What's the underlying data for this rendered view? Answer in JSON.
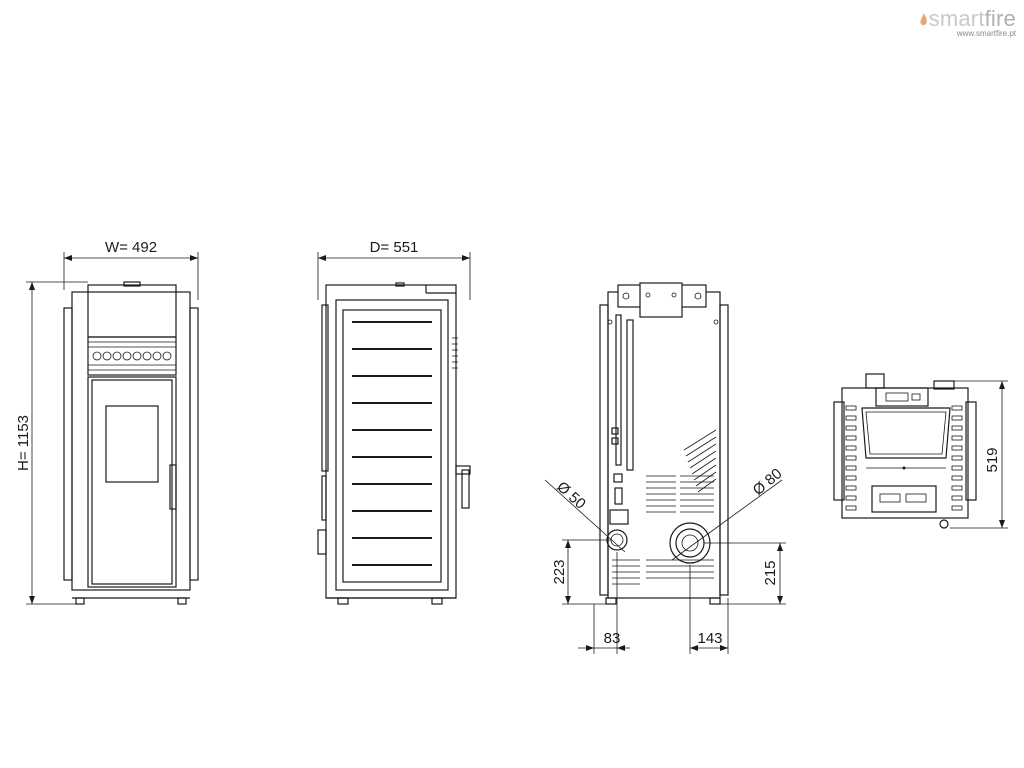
{
  "brand": {
    "name_part1": "smart",
    "name_part2": "fire",
    "url": "www.smartfire.pt",
    "flame_color": "#e8a86a"
  },
  "dimensions": {
    "width": "W=  492",
    "depth": "D=  551",
    "height": "H=  1153",
    "pipe_small": "Ø 50",
    "pipe_large": "Ø 80",
    "small_pipe_height": "223",
    "large_pipe_height": "215",
    "small_pipe_offset": "83",
    "large_pipe_offset": "143",
    "top_view_depth": "519"
  }
}
